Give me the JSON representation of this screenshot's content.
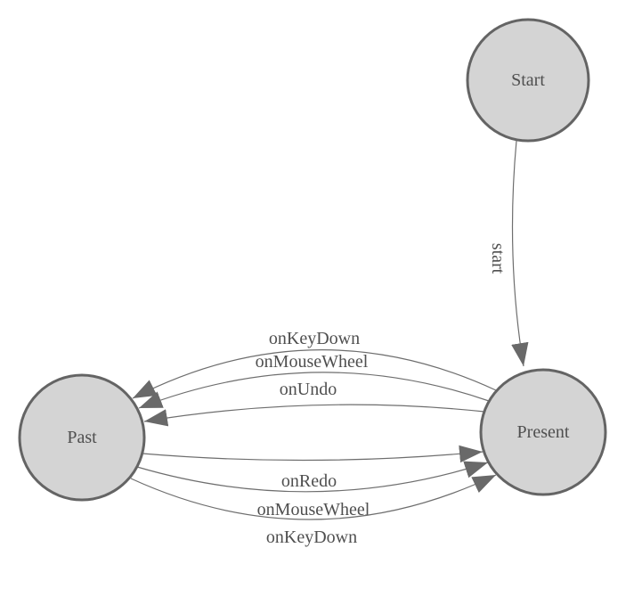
{
  "diagram": {
    "type": "finite-state-machine",
    "colors": {
      "background": "#ffffff",
      "node_fill": "#d4d4d4",
      "node_stroke": "#646464",
      "edge_color": "#6e6e6e",
      "arrow_color": "#696969",
      "text_color": "#4f4f4f"
    },
    "nodes": [
      {
        "id": "start",
        "label": "Start"
      },
      {
        "id": "present",
        "label": "Present"
      },
      {
        "id": "past",
        "label": "Past"
      }
    ],
    "edges": [
      {
        "from": "start",
        "to": "present",
        "label": "start"
      },
      {
        "from": "present",
        "to": "past",
        "label": "onKeyDown"
      },
      {
        "from": "present",
        "to": "past",
        "label": "onMouseWheel"
      },
      {
        "from": "present",
        "to": "past",
        "label": "onUndo"
      },
      {
        "from": "past",
        "to": "present",
        "label": "onRedo"
      },
      {
        "from": "past",
        "to": "present",
        "label": "onMouseWheel"
      },
      {
        "from": "past",
        "to": "present",
        "label": "onKeyDown"
      }
    ]
  }
}
